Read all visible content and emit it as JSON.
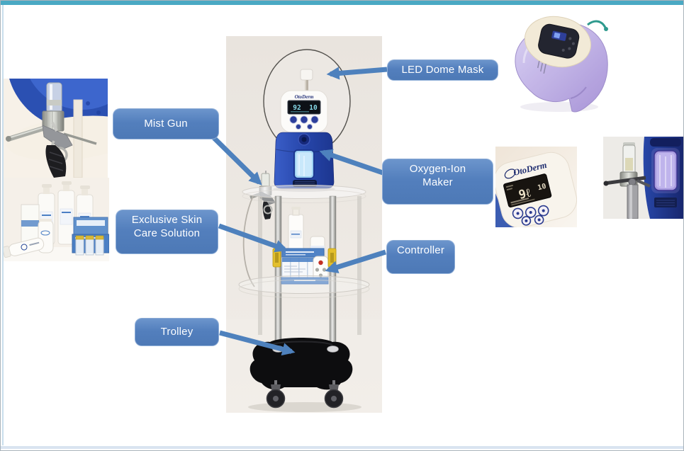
{
  "slide": {
    "type": "product-components-slide",
    "top_bar_color": "#4AA9C4",
    "accent_color": "#4F81BD",
    "bottom_bar_color": "#D9E4F0",
    "left_accent_color": "#C9DEEC"
  },
  "callouts": [
    {
      "id": "led-dome-mask",
      "text": "LED Dome Mask"
    },
    {
      "id": "mist-gun",
      "text": "Mist Gun"
    },
    {
      "id": "oxygen-ion-maker",
      "text": "Oxygen-Ion\nMaker"
    },
    {
      "id": "exclusive-skin-care-solution",
      "text": "Exclusive Skin\nCare Solution"
    },
    {
      "id": "controller",
      "text": "Controller"
    },
    {
      "id": "trolley",
      "text": "Trolley"
    }
  ],
  "device": {
    "brand": "OtoDerm",
    "main_display_left": "92",
    "main_display_right": "10",
    "controller_display_left": "9ℓ",
    "controller_display_right": "10"
  }
}
